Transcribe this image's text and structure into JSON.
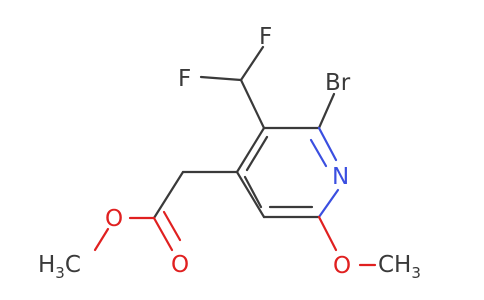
{
  "molecule": {
    "atoms": {
      "f_top": "F",
      "f_left": "F",
      "br": "Br",
      "n": "N",
      "o_ester": "O",
      "o_carbonyl": "O",
      "o_methoxy": "O",
      "ch3_left_main": "H",
      "ch3_left_sub": "3",
      "ch3_left_tail": "C",
      "ch3_right_main": "CH",
      "ch3_right_sub": "3"
    },
    "colors": {
      "carbon": "#3a3a3a",
      "nitrogen": "#3b4fe0",
      "oxygen": "#e02020"
    }
  }
}
